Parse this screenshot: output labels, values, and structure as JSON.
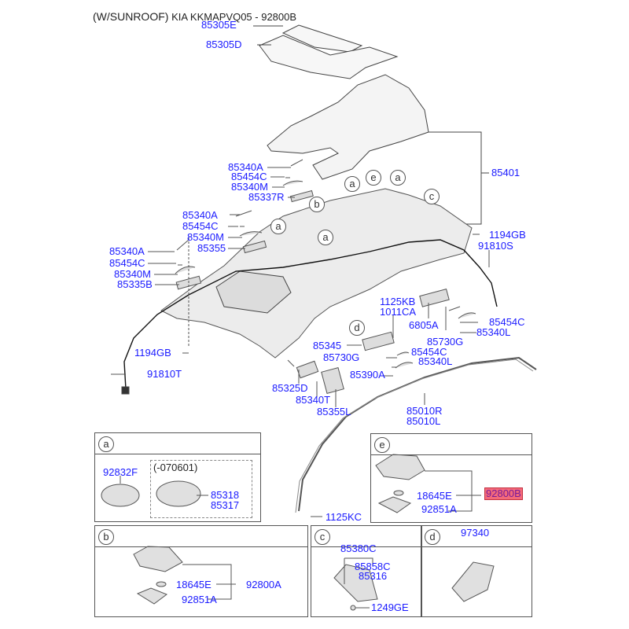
{
  "title": {
    "prefix": "(W/SUNROOF)",
    "text": "KIA KKMAPVQ05 - 92800B"
  },
  "colors": {
    "part_label": "#1a1aff",
    "highlight_bg": "#f46a7a",
    "highlight_text": "#7a1a9a",
    "line": "#555555"
  },
  "main_labels": {
    "p85305E": "85305E",
    "p85305D": "85305D",
    "p85401": "85401",
    "p85340A_1": "85340A",
    "p85454C_1": "85454C",
    "p85340M_1": "85340M",
    "p85337R": "85337R",
    "p85340A_2": "85340A",
    "p85454C_2": "85454C",
    "p85340M_2": "85340M",
    "p85355": "85355",
    "p85340A_3": "85340A",
    "p85454C_3": "85454C",
    "p85340M_3": "85340M",
    "p85335B": "85335B",
    "p1194GB_r": "1194GB",
    "p91810S": "91810S",
    "p1125KB": "1125KB",
    "p1011CA": "1011CA",
    "p6805A": "6805A",
    "p85454C_r": "85454C",
    "p85340L_r": "85340L",
    "p85730G_r": "85730G",
    "p1194GB_l": "1194GB",
    "p91810T": "91810T",
    "p85345": "85345",
    "p85454C_m": "85454C",
    "p85730G_m": "85730G",
    "p85340L_m": "85340L",
    "p85390A": "85390A",
    "p85325D": "85325D",
    "p85340T": "85340T",
    "p85355L": "85355L",
    "p85010R": "85010R",
    "p85010L": "85010L",
    "p1125KC": "1125KC"
  },
  "callouts": {
    "a": "a",
    "b": "b",
    "c": "c",
    "d": "d",
    "e": "e"
  },
  "detail_a": {
    "tag": "a",
    "p92832F": "92832F",
    "group_note": "(-070601)",
    "p85318": "85318",
    "p85317": "85317"
  },
  "detail_e": {
    "tag": "e",
    "p18645E": "18645E",
    "p92851A": "92851A",
    "p92800B": "92800B"
  },
  "detail_b": {
    "tag": "b",
    "p18645E": "18645E",
    "p92851A": "92851A",
    "p92800A": "92800A"
  },
  "detail_c": {
    "tag": "c",
    "p85380C": "85380C",
    "p85858C": "85858C",
    "p85316": "85316",
    "p1249GE": "1249GE"
  },
  "detail_d": {
    "tag": "d",
    "p97340": "97340"
  }
}
